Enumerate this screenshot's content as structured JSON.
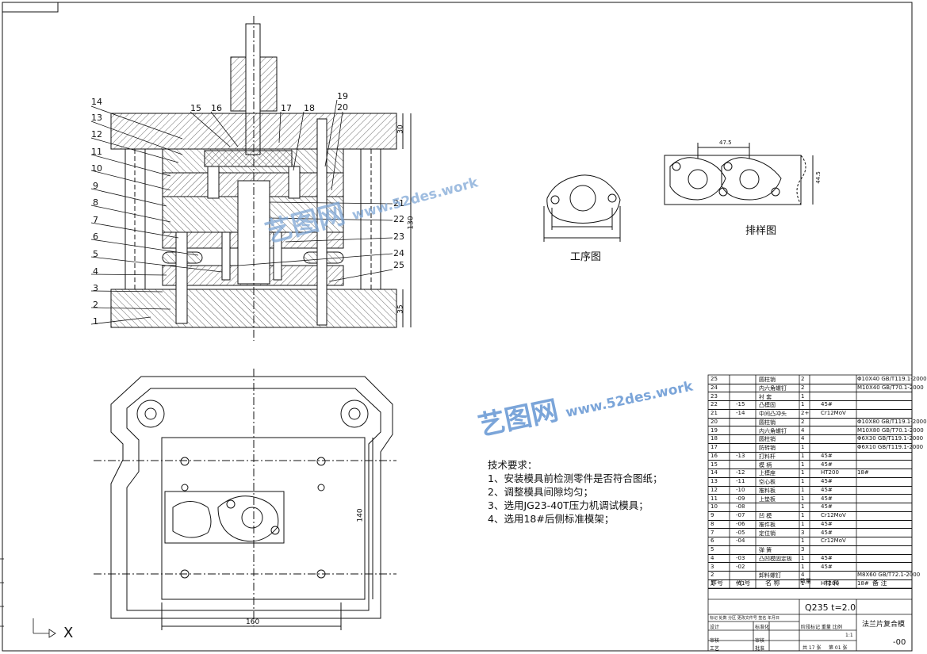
{
  "drawing": {
    "part_numbers": [
      "1",
      "2",
      "3",
      "4",
      "5",
      "6",
      "7",
      "8",
      "9",
      "10",
      "11",
      "12",
      "13",
      "14",
      "15",
      "16",
      "17",
      "18",
      "19",
      "20",
      "21",
      "22",
      "23",
      "24",
      "25"
    ],
    "dims": {
      "d30": "30",
      "d35": "35",
      "d130": "130",
      "d140": "140",
      "d160": "160",
      "d47_5": "47.5",
      "d44_5": "44.5"
    },
    "process_label": "工序图",
    "layout_label": "排样图",
    "axis_x": "X"
  },
  "notes": {
    "title": "技术要求：",
    "items": [
      "1、安装模具前检测零件是否符合图纸；",
      "2、调整模具间隙均匀；",
      "3、选用JG23-40T压力机调试模具；",
      "4、选用18#后侧标准模架；"
    ]
  },
  "watermark": {
    "brand": "艺图网",
    "url": "www.52des.work"
  },
  "bom": {
    "rows": [
      {
        "no": "25",
        "code": "",
        "name": "圆柱销",
        "qty": "2",
        "mat": "",
        "remark": "Φ10X40 GB/T119.1-2000"
      },
      {
        "no": "24",
        "code": "",
        "name": "内六角螺钉",
        "qty": "2",
        "mat": "",
        "remark": "M10X40 GB/T70.1-2000"
      },
      {
        "no": "23",
        "code": "",
        "name": "衬 套",
        "qty": "1",
        "mat": "",
        "remark": ""
      },
      {
        "no": "22",
        "code": "-15",
        "name": "凸模固",
        "qty": "1",
        "mat": "45#",
        "remark": ""
      },
      {
        "no": "21",
        "code": "-14",
        "name": "中间凸冲头",
        "qty": "2+",
        "mat": "Cr12MoV",
        "remark": ""
      },
      {
        "no": "20",
        "code": "",
        "name": "圆柱销",
        "qty": "2",
        "mat": "",
        "remark": "Φ10X80 GB/T119.1-2000"
      },
      {
        "no": "19",
        "code": "",
        "name": "内六角螺钉",
        "qty": "4",
        "mat": "",
        "remark": "M10X80 GB/T70.1-2000"
      },
      {
        "no": "18",
        "code": "",
        "name": "圆柱销",
        "qty": "4",
        "mat": "",
        "remark": "Φ6X30 GB/T119.1-2000"
      },
      {
        "no": "17",
        "code": "",
        "name": "防转销",
        "qty": "1",
        "mat": "",
        "remark": "Φ6X10 GB/T119.1-2000"
      },
      {
        "no": "16",
        "code": "-13",
        "name": "打料杆",
        "qty": "1",
        "mat": "45#",
        "remark": ""
      },
      {
        "no": "15",
        "code": "",
        "name": "模 柄",
        "qty": "1",
        "mat": "45#",
        "remark": ""
      },
      {
        "no": "14",
        "code": "-12",
        "name": "上模座",
        "qty": "1",
        "mat": "HT200",
        "remark": "18#"
      },
      {
        "no": "13",
        "code": "-11",
        "name": "空心板",
        "qty": "1",
        "mat": "45#",
        "remark": ""
      },
      {
        "no": "12",
        "code": "-10",
        "name": "推料板",
        "qty": "1",
        "mat": "45#",
        "remark": ""
      },
      {
        "no": "11",
        "code": "-09",
        "name": "上垫板",
        "qty": "1",
        "mat": "45#",
        "remark": ""
      },
      {
        "no": "10",
        "code": "-08",
        "name": "",
        "qty": "1",
        "mat": "45#",
        "remark": ""
      },
      {
        "no": "9",
        "code": "-07",
        "name": "凹 模",
        "qty": "1",
        "mat": "Cr12MoV",
        "remark": ""
      },
      {
        "no": "8",
        "code": "-06",
        "name": "推件板",
        "qty": "1",
        "mat": "45#",
        "remark": ""
      },
      {
        "no": "7",
        "code": "-05",
        "name": "定位销",
        "qty": "3",
        "mat": "45#",
        "remark": ""
      },
      {
        "no": "6",
        "code": "-04",
        "name": "",
        "qty": "1",
        "mat": "Cr12MoV",
        "remark": ""
      },
      {
        "no": "5",
        "code": "",
        "name": "弹 簧",
        "qty": "3",
        "mat": "",
        "remark": ""
      },
      {
        "no": "4",
        "code": "-03",
        "name": "凸凹模固定板",
        "qty": "1",
        "mat": "45#",
        "remark": ""
      },
      {
        "no": "3",
        "code": "-02",
        "name": "",
        "qty": "1",
        "mat": "45#",
        "remark": ""
      },
      {
        "no": "2",
        "code": "",
        "name": "卸料螺钉",
        "qty": "4",
        "mat": "",
        "remark": "M8X60 GB/T72.1-2000"
      },
      {
        "no": "1",
        "code": "-01",
        "name": "",
        "qty": "1",
        "mat": "HT200",
        "remark": "18#"
      }
    ],
    "header": {
      "no": "序号",
      "code": "代 号",
      "name": "名 称",
      "qty": "数量",
      "mat": "材 料",
      "remark": "备 注"
    }
  },
  "title_block": {
    "material": "Q235  t=2.0",
    "part_name": "法兰片复合模",
    "drawing_no": "-00",
    "scale": "1:1",
    "sheets": "共 17 张",
    "sheet_no": "第 01 张",
    "labels": {
      "marks": "标记 处数 分区 更改文件号 签名 年月日",
      "design": "设计",
      "std": "标准化",
      "review": "审核",
      "process": "工艺",
      "audit": "审核",
      "approve": "批准",
      "stage": "阶段标记  重量 比例"
    }
  }
}
